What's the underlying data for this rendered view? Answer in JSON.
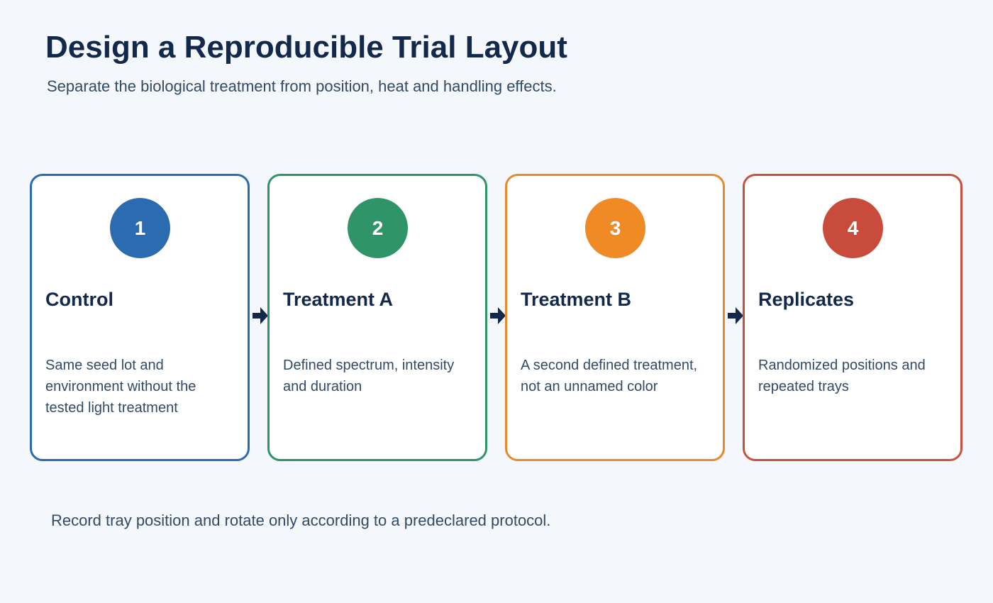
{
  "header": {
    "title": "Design a Reproducible Trial Layout",
    "subtitle": "Separate the biological treatment from position, heat and handling effects."
  },
  "steps": [
    {
      "number": "1",
      "title": "Control",
      "description": "Same seed lot and environment without the tested light treatment",
      "color": "#2b6cb0",
      "badge_color": "#2b6cb0"
    },
    {
      "number": "2",
      "title": "Treatment A",
      "description": "Defined spectrum, intensity and duration",
      "color": "#2f9467",
      "badge_color": "#2f9467"
    },
    {
      "number": "3",
      "title": "Treatment B",
      "description": "A second defined treatment, not an unnamed color",
      "color": "#e8892d",
      "badge_color": "#f08a24"
    },
    {
      "number": "4",
      "title": "Replicates",
      "description": "Randomized positions and repeated trays",
      "color": "#c9503f",
      "badge_color": "#c94b3b"
    }
  ],
  "footer": {
    "note": "Record tray position and rotate only according to a predeclared protocol."
  },
  "colors": {
    "background": "#f4f7fb",
    "heading": "#13294b",
    "body_text": "#334a66",
    "arrow": "#13294b"
  },
  "icons": {
    "connector": "arrow-right-icon"
  }
}
